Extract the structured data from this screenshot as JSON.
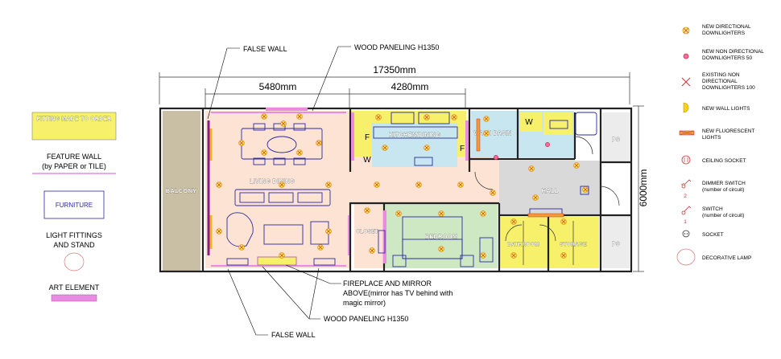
{
  "callouts": {
    "false_wall_top": "FALSE WALL",
    "wood_paneling_top": "WOOD PANELING H1350",
    "fireplace_line1": "FIREPLACE AND MIRROR",
    "fireplace_line2": "ABOVE(mirror has TV behind with",
    "fireplace_line3": "magic mirror)",
    "wood_paneling_bottom": "WOOD PANELING H1350",
    "false_wall_bottom": "FALSE WALL"
  },
  "dimensions": {
    "overall_width": "17350mm",
    "living_width": "5480mm",
    "kitchen_width": "4280mm",
    "overall_depth": "6000mm"
  },
  "rooms": {
    "balcony": "BALCONY",
    "living_dining": "LIVING DINING",
    "kitchen": "KITCHEN/DINING",
    "wash_basin": "WASH BASIN",
    "hall": "HALL",
    "bedroom": "BEDROOM",
    "closet": "CLOSET",
    "bathroom": "BATHROOM",
    "storage": "STORAGE",
    "ps_top": "PS",
    "ps_bottom": "PS",
    "w1": "W",
    "w2": "W",
    "f1": "F",
    "f2": "F"
  },
  "legend_left": {
    "fitting_made": "FITTING MADE TO ORDER",
    "feature_wall_line1": "FEATURE WALL",
    "feature_wall_line2": "(by PAPER or TILE)",
    "furniture": "FURNITURE",
    "light_fittings_line1": "LIGHT FITTINGS",
    "light_fittings_line2": "AND STAND",
    "art_element": "ART ELEMENT"
  },
  "legend_right": {
    "new_directional_1": "NEW DIRECTIONAL",
    "new_directional_2": "DOWNLIGHTERS",
    "new_non_directional_1": "NEW NON DIRECTIONAL",
    "new_non_directional_2": "DOWNLIGHTERS 50",
    "existing_1": "EXISTING NON",
    "existing_2": "DIRECTIONAL",
    "existing_3": "DOWNLIGHTERS 100",
    "wall_lights": "NEW WALL LIGHTS",
    "fluorescent_1": "NEW FLUORESCENT",
    "fluorescent_2": "LIGHTS",
    "ceiling_socket": "CEILING SOCKET",
    "dimmer_1": "DIMMER SWITCH",
    "dimmer_2": "(number of circuit)",
    "dimmer_num": "2",
    "switch_1": "SWITCH",
    "switch_2": "(number of circuit)",
    "switch_num": "1",
    "socket": "SOCKET",
    "decorative_lamp": "DECORATIVE LAMP"
  },
  "colors": {
    "living": "#fde3d4",
    "kitchen": "#c8e6f0",
    "bedroom": "#cfe8c4",
    "hall": "#d9d9d9",
    "yellow": "#f6f06a",
    "balcony": "#c9bfa4",
    "pink": "#e98be0",
    "magenta": "#8a1c8a",
    "downlight": "#f0b41c"
  }
}
